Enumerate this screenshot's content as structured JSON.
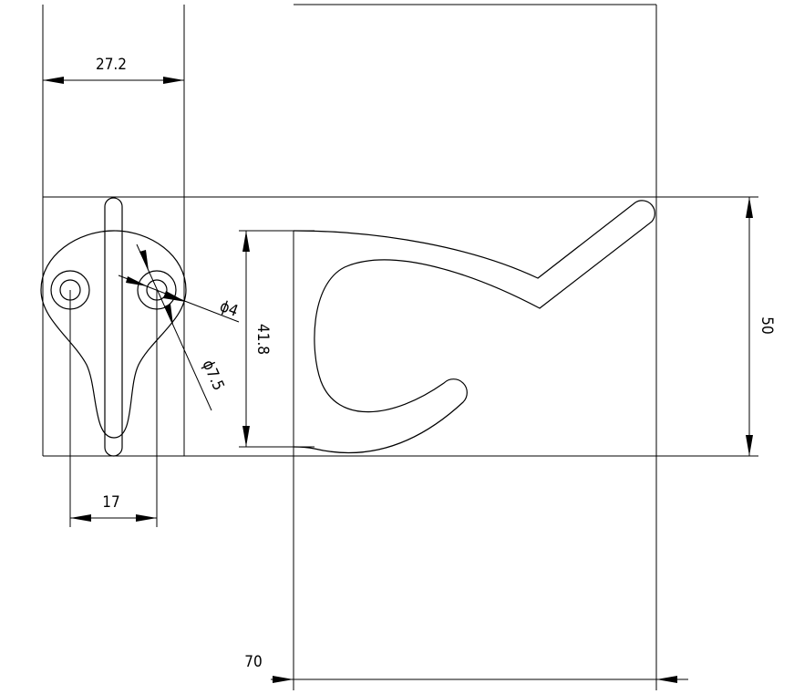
{
  "drawing": {
    "dimensions": {
      "backplate_width": "27.2",
      "hole_spacing": "17",
      "hole_inner_diameter": "ϕ4",
      "hole_outer_diameter": "ϕ7.5",
      "hook_height": "41.8",
      "overall_height": "50",
      "hook_length": "70"
    },
    "line_color": "#000000",
    "background": "#ffffff"
  }
}
